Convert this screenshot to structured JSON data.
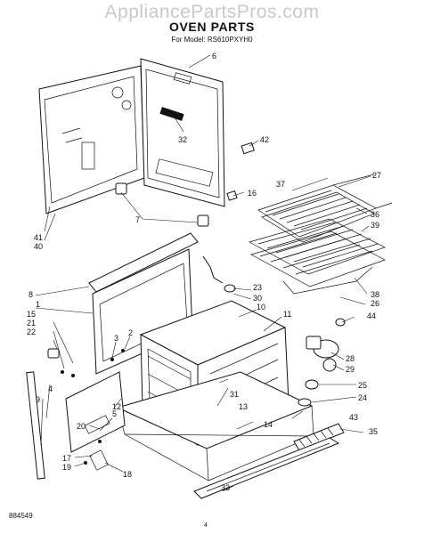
{
  "watermark": "AppliancePartsPros.com",
  "title": "OVEN PARTS",
  "model_line": "For Model: RS610PXYH0",
  "doc_number": "884549",
  "page_number": "4",
  "callouts": [
    "1",
    "2",
    "3",
    "4",
    "5",
    "6",
    "7",
    "8",
    "9",
    "10",
    "11",
    "12",
    "13",
    "14",
    "15",
    "16",
    "17",
    "18",
    "19",
    "20",
    "21",
    "22",
    "23",
    "24",
    "25",
    "26",
    "27",
    "28",
    "29",
    "30",
    "31",
    "32",
    "33",
    "35",
    "36",
    "37",
    "38",
    "39",
    "40",
    "41",
    "42",
    "43",
    "44"
  ]
}
